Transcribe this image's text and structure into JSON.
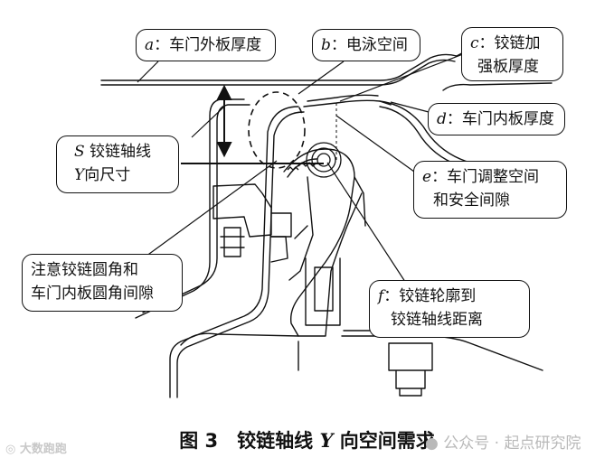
{
  "labels": {
    "a": {
      "var": "a",
      "text": "：车门外板厚度"
    },
    "b": {
      "var": "b",
      "text": "：电泳空间"
    },
    "c": {
      "var": "c",
      "line1": "：铰链加",
      "line2": "强板厚度"
    },
    "d": {
      "var": "d",
      "text": "：车门内板厚度"
    },
    "s": {
      "var": "S",
      "line1": " 铰链轴线",
      "var2": "Y",
      "line2": "向尺寸"
    },
    "e": {
      "var": "e",
      "line1": "：车门调整空间",
      "line2": "和安全间隙"
    },
    "note": {
      "line1": "注意铰链圆角和",
      "line2": "车门内板圆角间隙"
    },
    "f": {
      "var": "f",
      "line1": "：铰链轮廓到",
      "line2": "铰链轴线距离"
    }
  },
  "caption": {
    "prefix": "图 3　铰链轴线 ",
    "var": "Y",
    "suffix": " 向空间需求"
  },
  "watermarks": {
    "left": "大数跑跑",
    "right": "公众号 · 起点研究院"
  }
}
